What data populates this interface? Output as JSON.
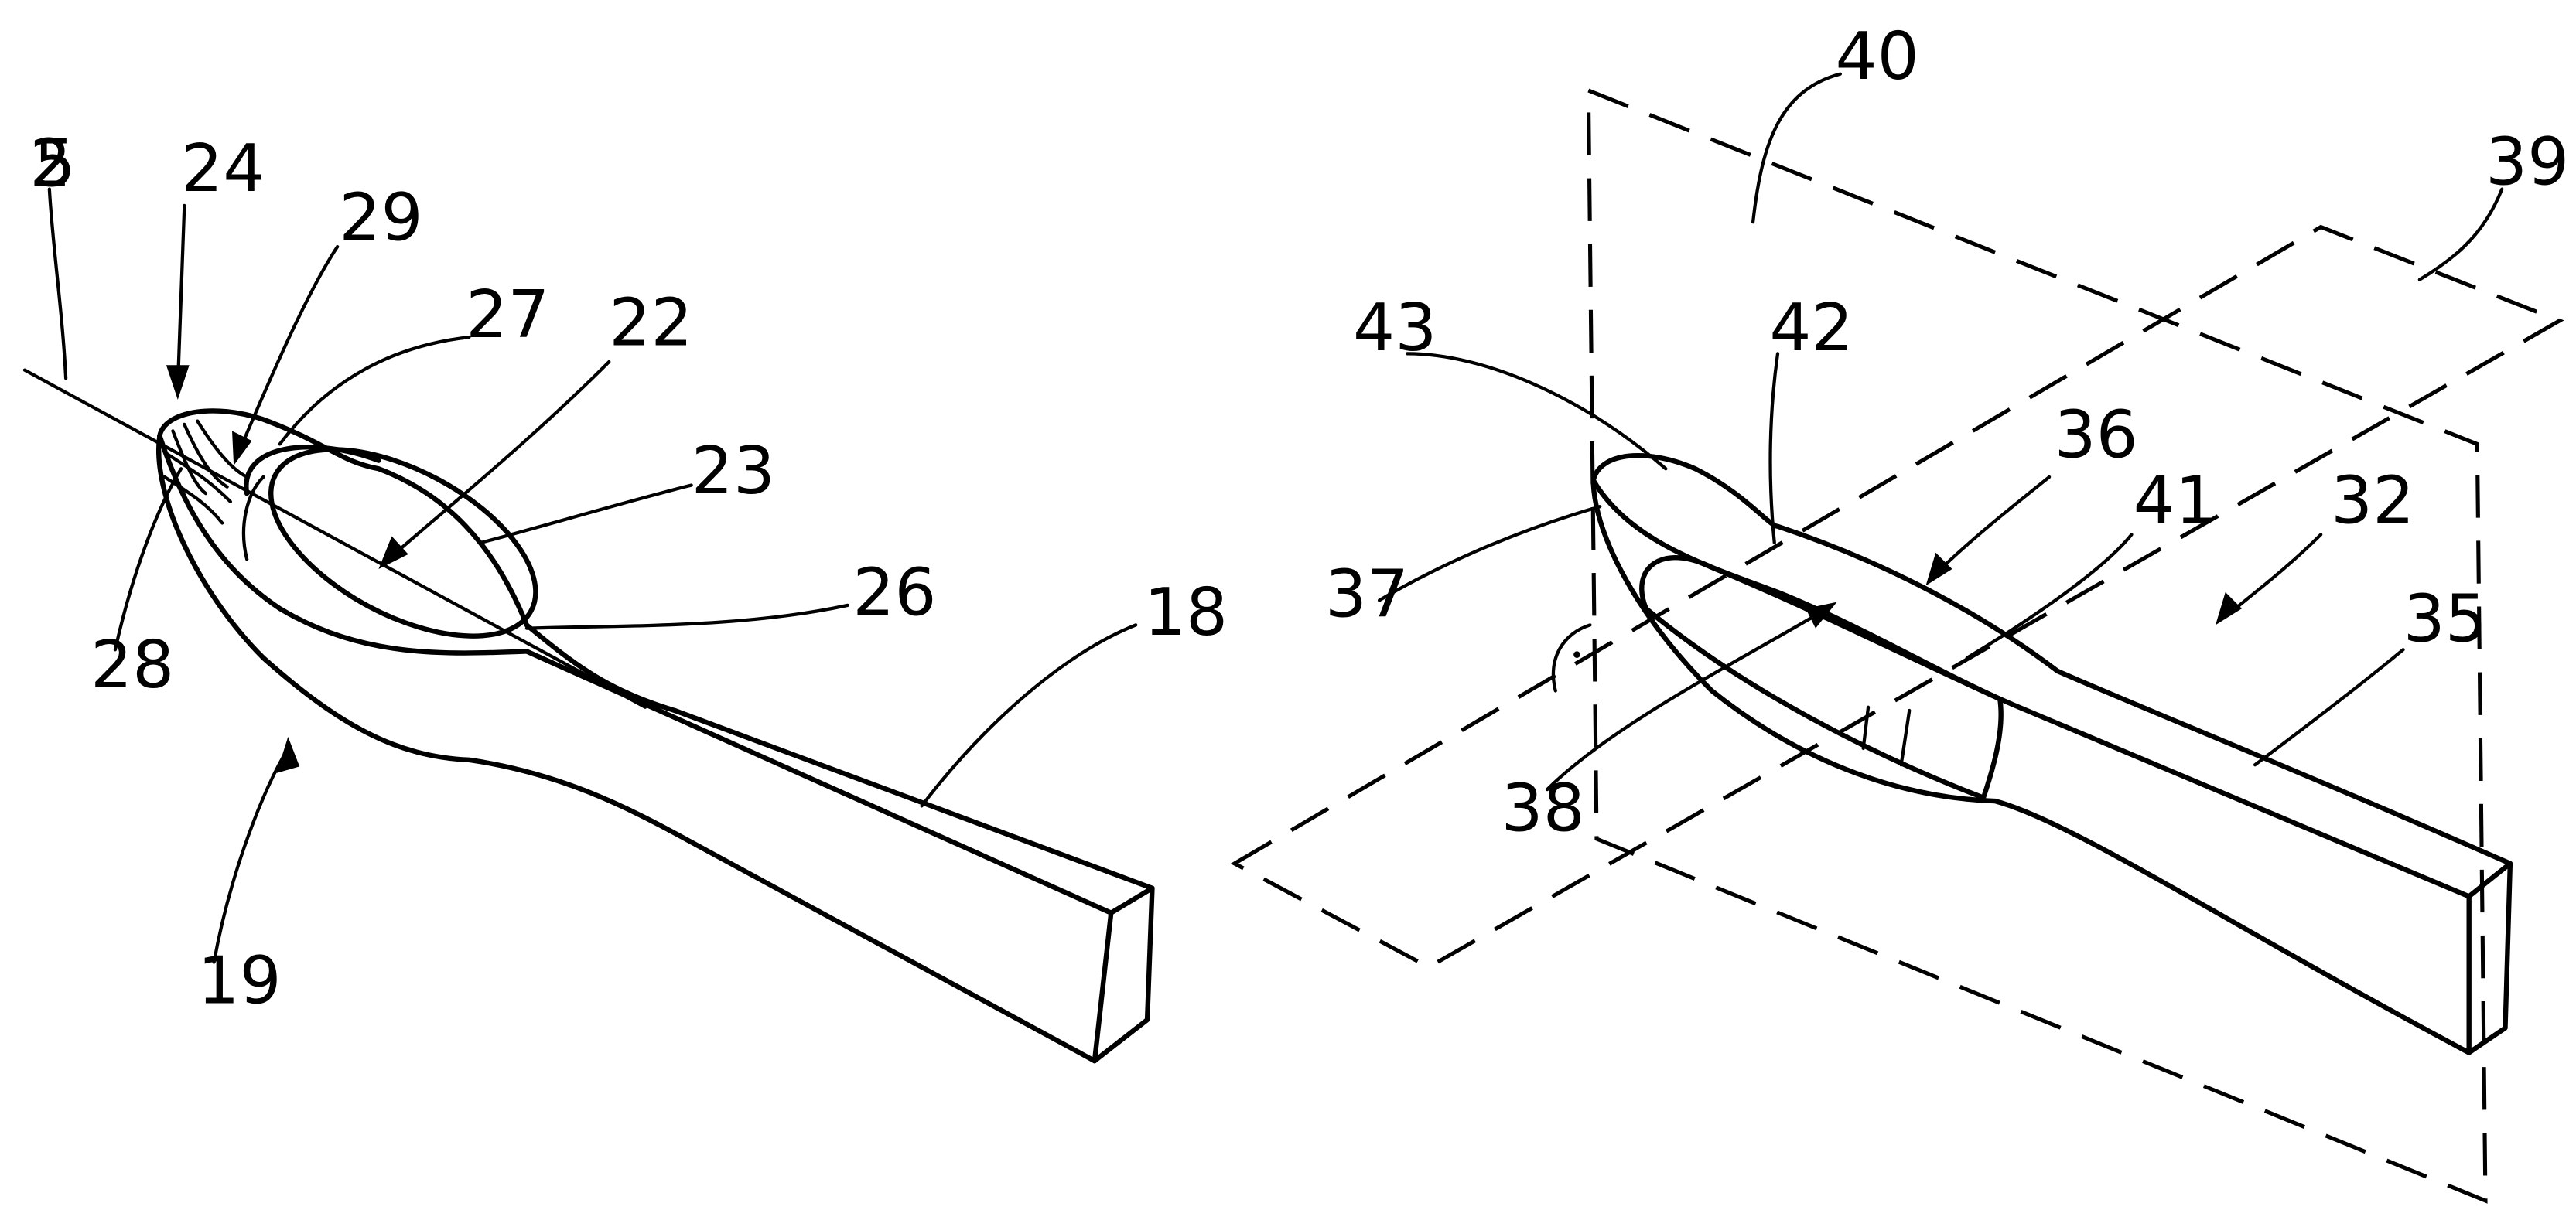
{
  "figure": {
    "labels": {
      "l18": "18",
      "l19": "19",
      "l22": "22",
      "l23": "23",
      "l24": "24",
      "l25": "25",
      "l26": "26",
      "l27": "27",
      "l28": "28",
      "l29": "29",
      "l32": "32",
      "l35": "35",
      "l36": "36",
      "l37": "37",
      "l38": "38",
      "l39": "39",
      "l40": "40",
      "l41": "41",
      "l42": "42",
      "l43": "43"
    }
  }
}
